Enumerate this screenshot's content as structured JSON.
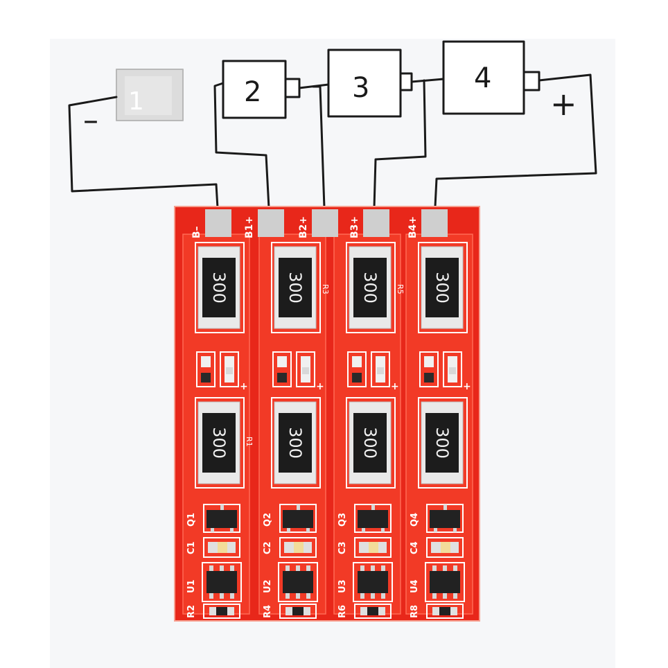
{
  "sketch": {
    "cell_labels": [
      "1",
      "2",
      "3",
      "4"
    ],
    "minus_label": "–",
    "plus_label": "+"
  },
  "board": {
    "pads": [
      "B–",
      "B1+",
      "B2+",
      "B3+",
      "B4+"
    ],
    "channels": [
      {
        "top_resistor": "300",
        "bottom_resistor": "300",
        "mosfet": "Q1",
        "cap": "C1",
        "ic": "U1",
        "small_res": "R2",
        "top_silk": "",
        "bottom_silk": "R1"
      },
      {
        "top_resistor": "300",
        "bottom_resistor": "300",
        "mosfet": "Q2",
        "cap": "C2",
        "ic": "U2",
        "small_res": "R4",
        "top_silk": "R3",
        "bottom_silk": ""
      },
      {
        "top_resistor": "300",
        "bottom_resistor": "300",
        "mosfet": "Q3",
        "cap": "C3",
        "ic": "U3",
        "small_res": "R6",
        "top_silk": "R5",
        "bottom_silk": ""
      },
      {
        "top_resistor": "300",
        "bottom_resistor": "300",
        "mosfet": "Q4",
        "cap": "C4",
        "ic": "U4",
        "small_res": "R8",
        "top_silk": "",
        "bottom_silk": ""
      }
    ],
    "colors": {
      "pcb": "#e8271a",
      "copper": "#f23a26",
      "silk": "#ffffff",
      "resistor_body": "#1c1c1c",
      "pad": "#cfcfcf"
    }
  }
}
